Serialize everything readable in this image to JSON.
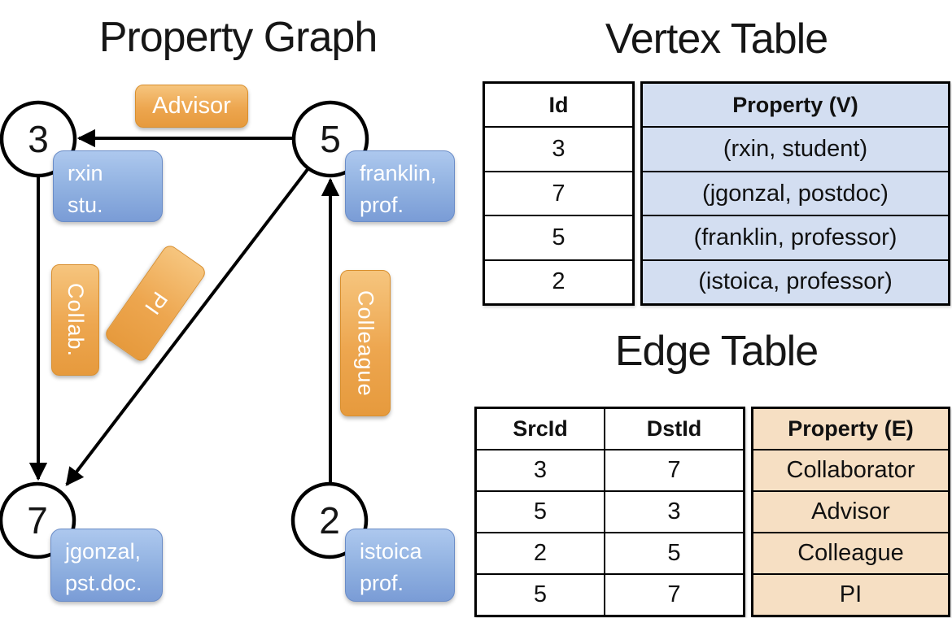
{
  "graph": {
    "title": "Property Graph",
    "nodes": [
      {
        "id": "3",
        "line1": "rxin",
        "line2": "stu."
      },
      {
        "id": "5",
        "line1": "franklin,",
        "line2": "prof."
      },
      {
        "id": "7",
        "line1": "jgonzal,",
        "line2": "pst.doc."
      },
      {
        "id": "2",
        "line1": "istoica",
        "line2": "prof."
      }
    ],
    "edge_labels": {
      "advisor": "Advisor",
      "collab": "Collab.",
      "pi": "PI",
      "colleague": "Colleague"
    }
  },
  "vertex_table": {
    "title": "Vertex Table",
    "columns": {
      "id": "Id",
      "property": "Property (V)"
    },
    "rows": [
      {
        "id": "3",
        "property": "(rxin, student)"
      },
      {
        "id": "7",
        "property": "(jgonzal, postdoc)"
      },
      {
        "id": "5",
        "property": "(franklin, professor)"
      },
      {
        "id": "2",
        "property": "(istoica, professor)"
      }
    ]
  },
  "edge_table": {
    "title": "Edge Table",
    "columns": {
      "src": "SrcId",
      "dst": "DstId",
      "property": "Property (E)"
    },
    "rows": [
      {
        "src": "3",
        "dst": "7",
        "property": "Collaborator"
      },
      {
        "src": "5",
        "dst": "3",
        "property": "Advisor"
      },
      {
        "src": "2",
        "dst": "5",
        "property": "Colleague"
      },
      {
        "src": "5",
        "dst": "7",
        "property": "PI"
      }
    ]
  },
  "colors": {
    "edge_label_fill": "#eda64f",
    "vertex_box_fill": "#8fb0e0",
    "vertex_property_fill": "#d3def1",
    "edge_property_fill": "#f6dfc3",
    "line": "#000000"
  }
}
